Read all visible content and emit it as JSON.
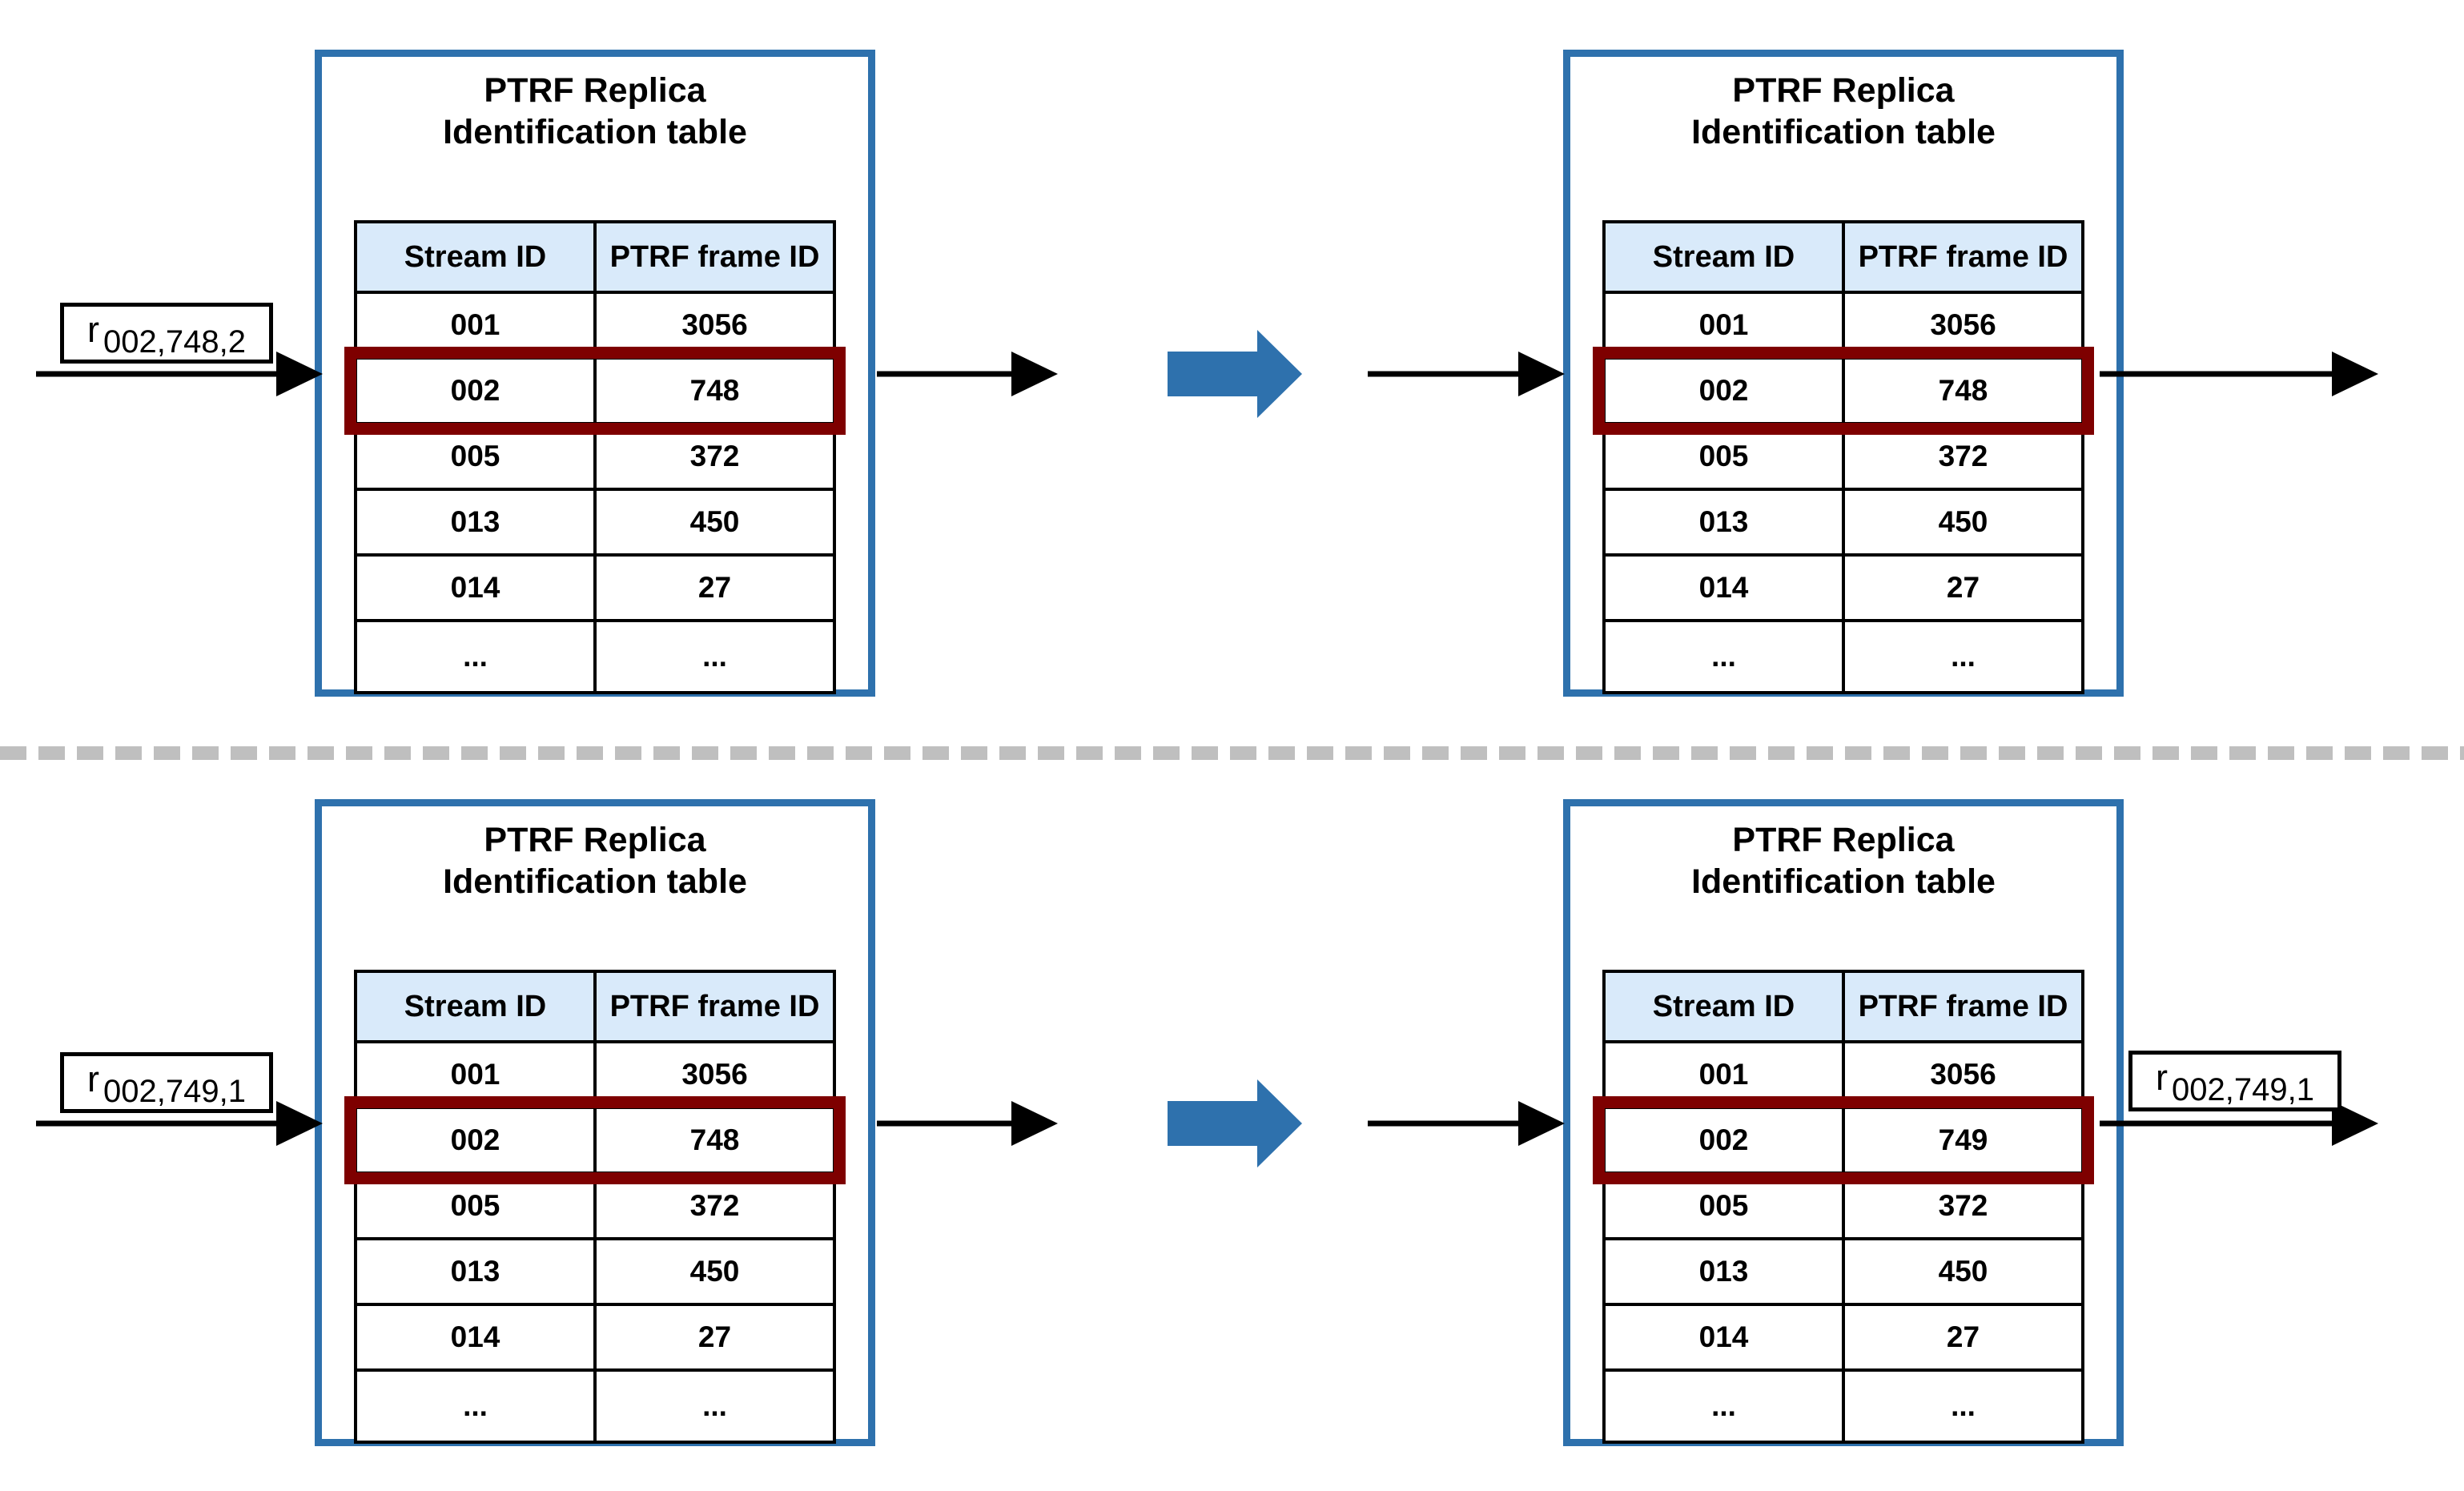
{
  "diagram": {
    "description_texts": [],
    "divider_style": "dashed-horizontal"
  },
  "colors": {
    "panel_border_blue": "#2E71AD",
    "block_arrow_blue": "#2E71AD",
    "header_fill_blue": "#D9EAFA",
    "highlight_dark_red": "#7E0000",
    "divider_gray": "#BFBFBF",
    "line_black": "#000000"
  },
  "panels": [
    {
      "position": "top-left",
      "title_lines": [
        "PTRF Replica",
        "Identification table"
      ],
      "columns": [
        "Stream ID",
        "PTRF frame ID"
      ],
      "rows": [
        [
          "001",
          "3056"
        ],
        [
          "002",
          "748"
        ],
        [
          "005",
          "372"
        ],
        [
          "013",
          "450"
        ],
        [
          "014",
          "27"
        ],
        [
          "...",
          "..."
        ]
      ],
      "highlighted_row_index": 1,
      "highlighted_row": {
        "stream_id": "002",
        "ptrf_frame_id": "748"
      }
    },
    {
      "position": "top-right",
      "title_lines": [
        "PTRF Replica",
        "Identification table"
      ],
      "columns": [
        "Stream ID",
        "PTRF frame ID"
      ],
      "rows": [
        [
          "001",
          "3056"
        ],
        [
          "002",
          "748"
        ],
        [
          "005",
          "372"
        ],
        [
          "013",
          "450"
        ],
        [
          "014",
          "27"
        ],
        [
          "...",
          "..."
        ]
      ],
      "highlighted_row_index": 1,
      "highlighted_row": {
        "stream_id": "002",
        "ptrf_frame_id": "748"
      }
    },
    {
      "position": "bottom-left",
      "title_lines": [
        "PTRF Replica",
        "Identification table"
      ],
      "columns": [
        "Stream ID",
        "PTRF frame ID"
      ],
      "rows": [
        [
          "001",
          "3056"
        ],
        [
          "002",
          "748"
        ],
        [
          "005",
          "372"
        ],
        [
          "013",
          "450"
        ],
        [
          "014",
          "27"
        ],
        [
          "...",
          "..."
        ]
      ],
      "highlighted_row_index": 1,
      "highlighted_row": {
        "stream_id": "002",
        "ptrf_frame_id": "748"
      }
    },
    {
      "position": "bottom-right",
      "title_lines": [
        "PTRF Replica",
        "Identification table"
      ],
      "columns": [
        "Stream ID",
        "PTRF frame ID"
      ],
      "rows": [
        [
          "001",
          "3056"
        ],
        [
          "002",
          "749"
        ],
        [
          "005",
          "372"
        ],
        [
          "013",
          "450"
        ],
        [
          "014",
          "27"
        ],
        [
          "...",
          "..."
        ]
      ],
      "highlighted_row_index": 1,
      "highlighted_row": {
        "stream_id": "002",
        "ptrf_frame_id": "749"
      }
    }
  ],
  "flow_labels": {
    "top_input": {
      "symbol": "r",
      "subscript": "002,748,2"
    },
    "bottom_input": {
      "symbol": "r",
      "subscript": "002,749,1"
    },
    "bottom_output": {
      "symbol": "r",
      "subscript": "002,749,1"
    }
  }
}
